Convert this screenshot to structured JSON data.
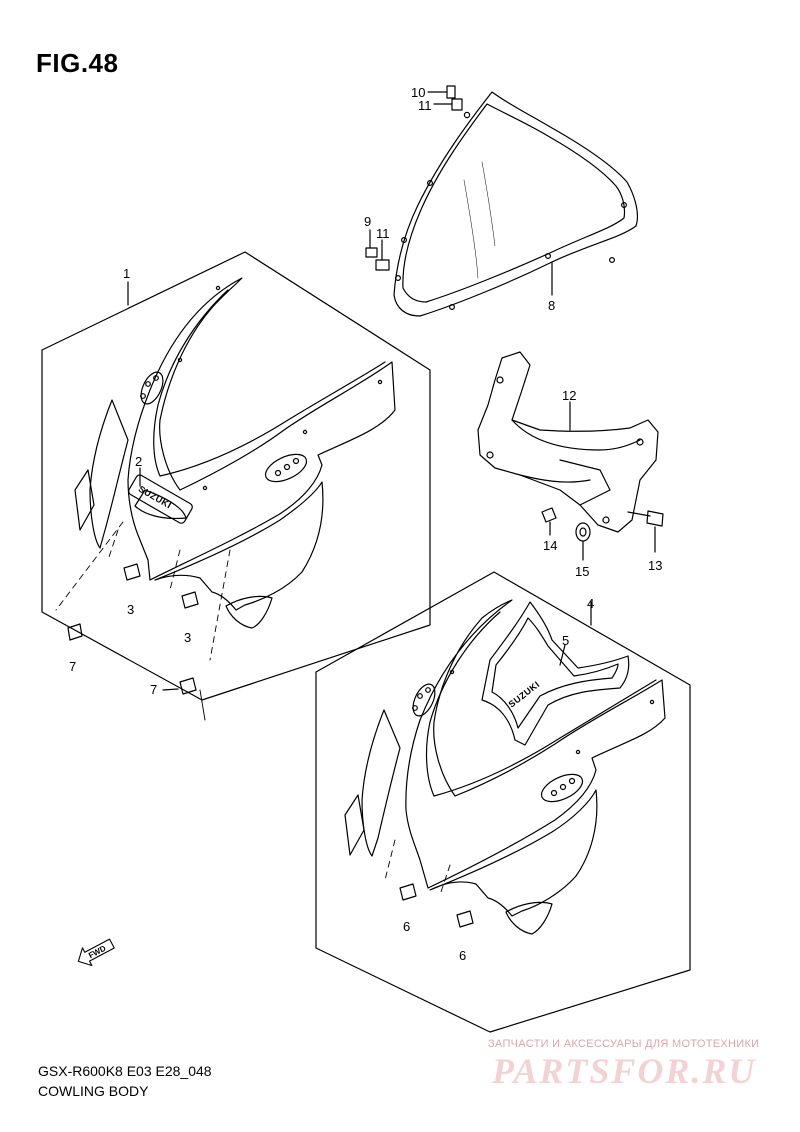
{
  "figure_title": "FIG.48",
  "model_code": "GSX-R600K8 E03 E28_048",
  "caption": "COWLING BODY",
  "brand_decal_text": "SUZUKI",
  "fwd_marker": "FWD",
  "callouts": {
    "p1": "1",
    "p2": "2",
    "p3a": "3",
    "p3b": "3",
    "p4": "4",
    "p5": "5",
    "p6a": "6",
    "p6b": "6",
    "p7a": "7",
    "p7b": "7",
    "p8": "8",
    "p9": "9",
    "p10": "10",
    "p11a": "11",
    "p11b": "11",
    "p12": "12",
    "p13": "13",
    "p14": "14",
    "p15": "15"
  },
  "watermark": {
    "tagline": "ЗАПЧАСТИ И АКСЕССУАРЫ ДЛЯ МОТОТЕХНИКИ",
    "brand": "PARTSFOR.RU"
  }
}
